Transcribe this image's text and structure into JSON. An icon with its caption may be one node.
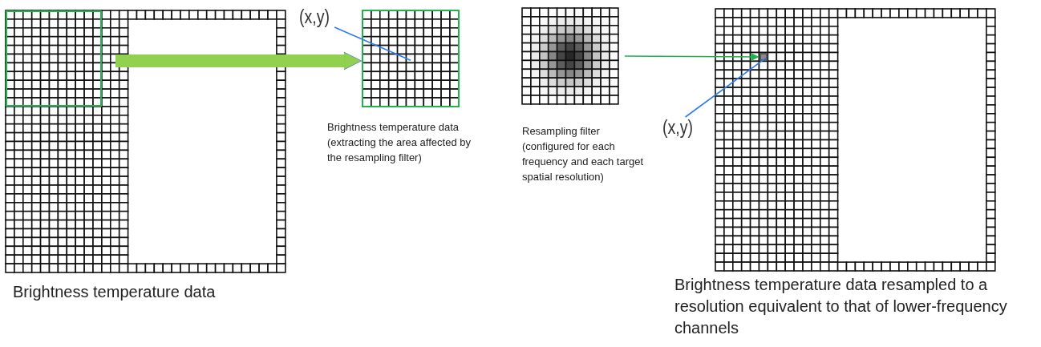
{
  "diagram": {
    "nodes": [
      {
        "text": [
          "Brightness temperature data"
        ]
      },
      {
        "text": [],
        "shape": "box",
        "in": 0
      },
      {
        "text": [
          "(x,y)"
        ]
      },
      {
        "text": [
          "Brightness temperature data (extracting the area affected by the resampling filter)"
        ]
      },
      {
        "text": [
          "Resampling filter (configured for each frequency and each target spatial resolution)"
        ]
      },
      {
        "text": [
          "(x,y)"
        ]
      },
      {
        "text": [
          "Brightness temperature data resampled to a resolution equivalent to that of lower-frequency channels"
        ]
      },
      {
        "text": [],
        "shape": "box",
        "in": 6
      }
    ],
    "edges": [
      {
        "from": 1,
        "to": 3,
        "arrow": "to",
        "style": "thick",
        "color": "#92d050"
      },
      {
        "from": 2,
        "to": 3,
        "arrow": "none",
        "color": "#2f7bef"
      },
      {
        "from": 4,
        "to": 7,
        "arrow": "to",
        "color": "#22b14c"
      },
      {
        "from": 5,
        "to": 7,
        "arrow": "none",
        "color": "#2f7bef"
      }
    ]
  }
}
